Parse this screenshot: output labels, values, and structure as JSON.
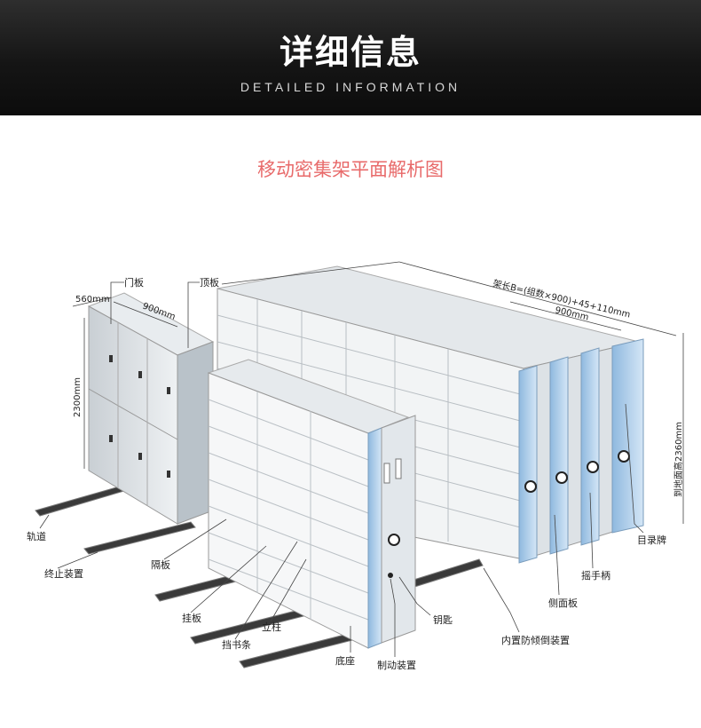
{
  "header": {
    "title": "详细信息",
    "subtitle": "DETAILED INFORMATION"
  },
  "diagram": {
    "title": "移动密集架平面解析图",
    "dimensions": {
      "depth": "560mm",
      "width": "900mm",
      "height": "2300mm",
      "total_length": "架长B=(组数×900)+45+110mm",
      "section_width": "900mm",
      "floor_height": "到地面高2360mm"
    },
    "labels": {
      "door_panel": "门板",
      "top_panel": "顶板",
      "track": "轨道",
      "stop_device": "终止装置",
      "shelf_board": "隔板",
      "hanging_board": "挂板",
      "book_stop": "挡书条",
      "column": "立柱",
      "base": "底座",
      "brake": "制动装置",
      "key": "钥匙",
      "anti_tip": "内置防倾倒装置",
      "side_panel": "侧面板",
      "crank": "摇手柄",
      "label_plate": "目录牌"
    }
  }
}
